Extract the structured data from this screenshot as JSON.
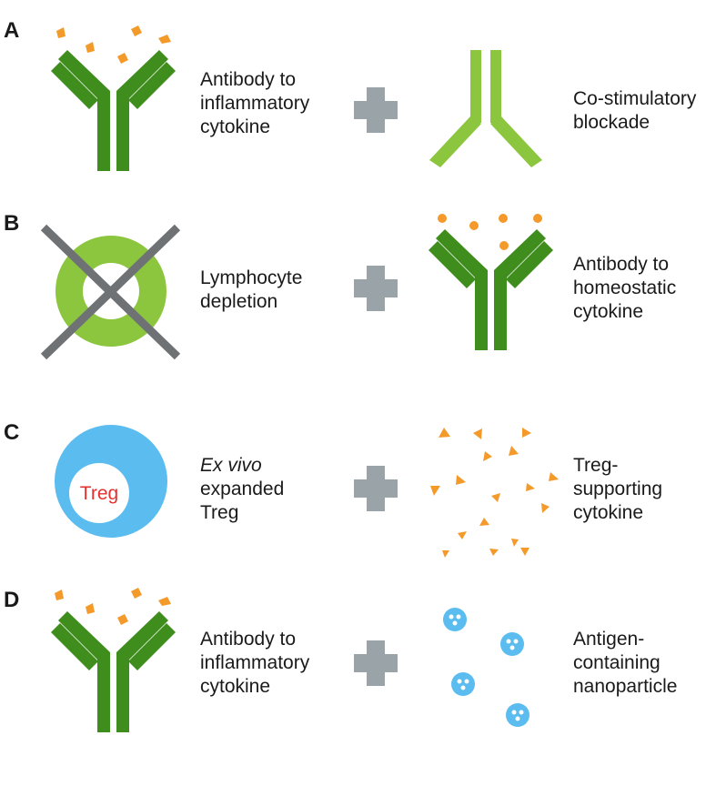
{
  "colors": {
    "dark_green": "#3e8d1d",
    "light_green": "#8cc63f",
    "orange": "#f39a2b",
    "gray": "#9aa4a8",
    "x_gray": "#6e7275",
    "blue": "#5bbcef",
    "treg_red": "#e53030"
  },
  "panels": [
    {
      "id": "A",
      "label": "A",
      "left_text": [
        "Antibody to",
        "inflammatory",
        "cytokine"
      ],
      "right_text": [
        "Co-stimulatory",
        "blockade"
      ],
      "left_icon": "antibody-with-cytokine-diamonds-icon",
      "right_icon": "light-green-antibody-icon"
    },
    {
      "id": "B",
      "label": "B",
      "left_text": [
        "Lymphocyte",
        "depletion"
      ],
      "right_text": [
        "Antibody to",
        "homeostatic",
        "cytokine"
      ],
      "left_icon": "crossed-out-cell-icon",
      "right_icon": "antibody-with-cytokine-dots-icon"
    },
    {
      "id": "C",
      "label": "C",
      "left_text_italic": "Ex vivo",
      "left_text": [
        "expanded",
        "Treg"
      ],
      "right_text": [
        "Treg-",
        "supporting",
        "cytokine"
      ],
      "left_icon": "treg-cell-icon",
      "treg_cell_label": "Treg",
      "right_icon": "scattered-triangles-icon"
    },
    {
      "id": "D",
      "label": "D",
      "left_text": [
        "Antibody to",
        "inflammatory",
        "cytokine"
      ],
      "right_text": [
        "Antigen-",
        "containing",
        "nanoparticle"
      ],
      "left_icon": "antibody-with-cytokine-diamonds-icon",
      "right_icon": "nanoparticles-icon"
    }
  ]
}
